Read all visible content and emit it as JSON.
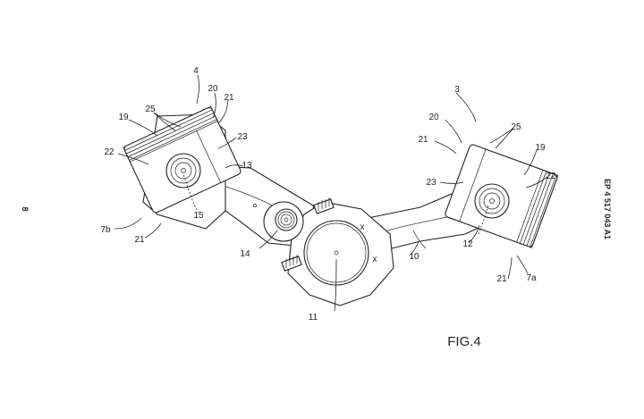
{
  "page_number": "8",
  "publication": "EP 4 517 043 A1",
  "figure_label": "FIG.4",
  "labels": {
    "n3": "3",
    "n4": "4",
    "n7a": "7a",
    "n7b": "7b",
    "n10": "10",
    "n11": "11",
    "n12": "12",
    "n13": "13",
    "n14": "14",
    "n15": "15",
    "n19_left": "19",
    "n19_right": "19",
    "n20_left": "20",
    "n20_right": "20",
    "n21_left_top": "21",
    "n21_left_bottom": "21",
    "n21_right_top": "21",
    "n21_right_bottom": "21",
    "n22_left": "22",
    "n22_right": "22",
    "n23_left": "23",
    "n23_right": "23",
    "n25_left": "25",
    "n25_right": "25"
  },
  "cross_marks": [
    "x",
    "x"
  ]
}
